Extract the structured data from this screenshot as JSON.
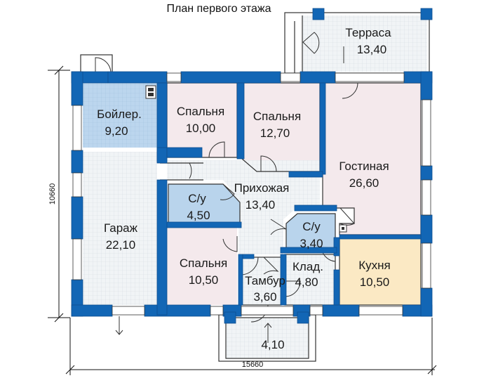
{
  "title": "План первого этажа",
  "colors": {
    "wall": "#1266b5",
    "bedroom_fill": "#f4e9ec",
    "bathroom_fill": "#b9d4ec",
    "kitchen_fill": "#fbe9c4",
    "grid_fill": "#eef2f5",
    "grid_line": "#c8d3db",
    "outline": "#333333"
  },
  "dimensions": {
    "width": "15660",
    "height": "10660"
  },
  "rooms": {
    "terrace": {
      "name": "Терраса",
      "area": "13,40"
    },
    "boiler": {
      "name": "Бойлер.",
      "area": "9,20"
    },
    "bedroom1": {
      "name": "Спальня",
      "area": "10,00"
    },
    "bedroom2": {
      "name": "Спальня",
      "area": "12,70"
    },
    "living": {
      "name": "Гостиная",
      "area": "26,60"
    },
    "garage": {
      "name": "Гараж",
      "area": "22,10"
    },
    "bath1": {
      "name": "С/у",
      "area": "4,50"
    },
    "hall": {
      "name": "Прихожая",
      "area": "13,40"
    },
    "bath2": {
      "name": "С/у",
      "area": "3,40"
    },
    "bedroom3": {
      "name": "Спальня",
      "area": "10,50"
    },
    "vestibule": {
      "name": "Тамбур",
      "area": "3,60"
    },
    "pantry": {
      "name": "Клад.",
      "area": "4,80"
    },
    "kitchen": {
      "name": "Кухня",
      "area": "10,50"
    },
    "porch": {
      "name": "",
      "area": "4,10"
    }
  }
}
